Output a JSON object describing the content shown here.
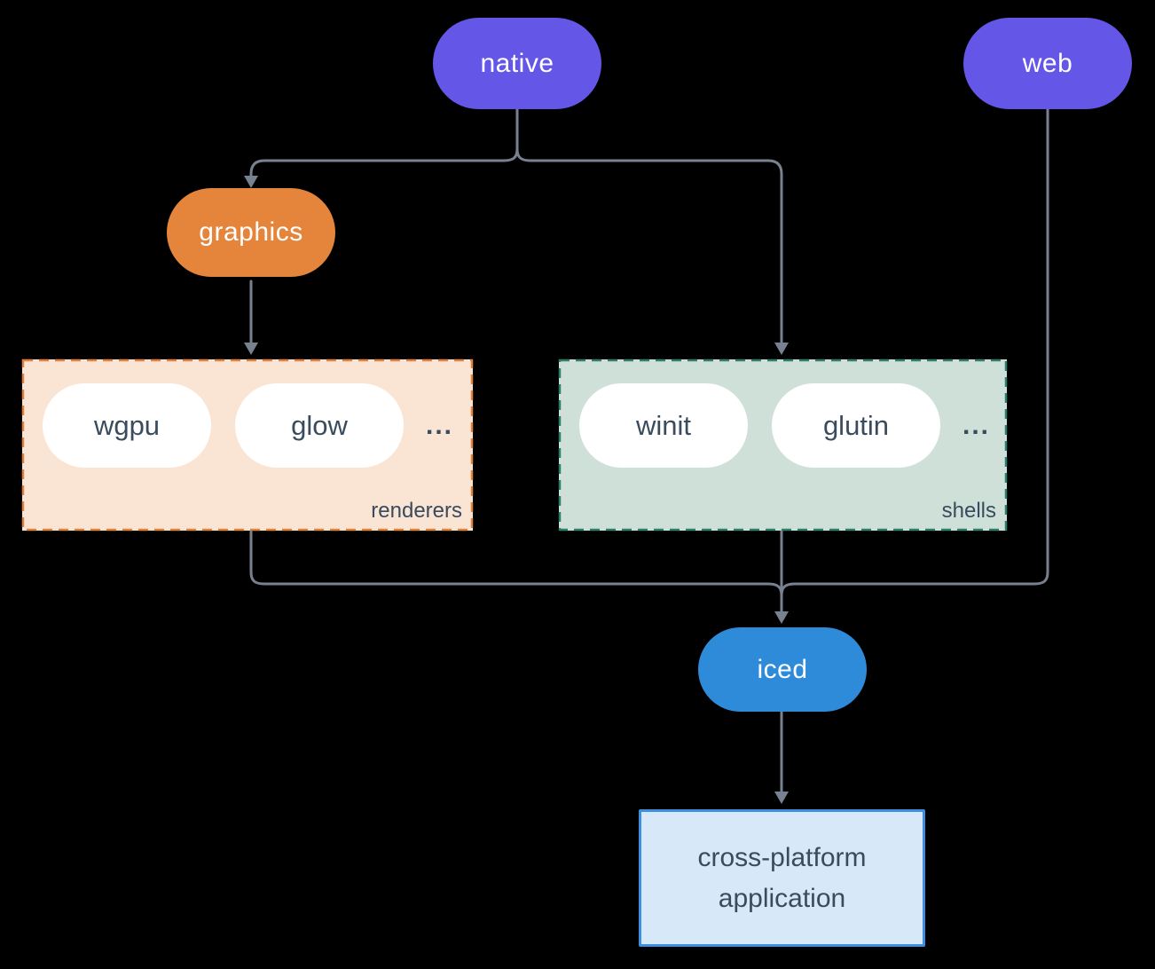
{
  "diagram": {
    "nodes": {
      "native": "native",
      "web": "web",
      "graphics": "graphics",
      "iced": "iced"
    },
    "groups": {
      "renderers": {
        "label": "renderers",
        "items": [
          "wgpu",
          "glow"
        ],
        "ellipsis": "..."
      },
      "shells": {
        "label": "shells",
        "items": [
          "winit",
          "glutin"
        ],
        "ellipsis": "..."
      }
    },
    "app_box": {
      "line1": "cross-platform",
      "line2": "application"
    },
    "colors": {
      "background": "#000000",
      "node_purple": "#6456E7",
      "node_orange": "#E5853C",
      "node_blue": "#2E8BD9",
      "item_pill_bg": "#FFFFFF",
      "renderers_bg": "#FAE4D4",
      "renderers_border": "#E0813C",
      "shells_bg": "#CFE0D9",
      "shells_border": "#2F7D6D",
      "app_bg": "#D7E8F8",
      "app_border": "#3E8EDF",
      "connector": "#78818F",
      "dark_text": "#394B5D",
      "light_text": "#FFFFFF"
    }
  }
}
